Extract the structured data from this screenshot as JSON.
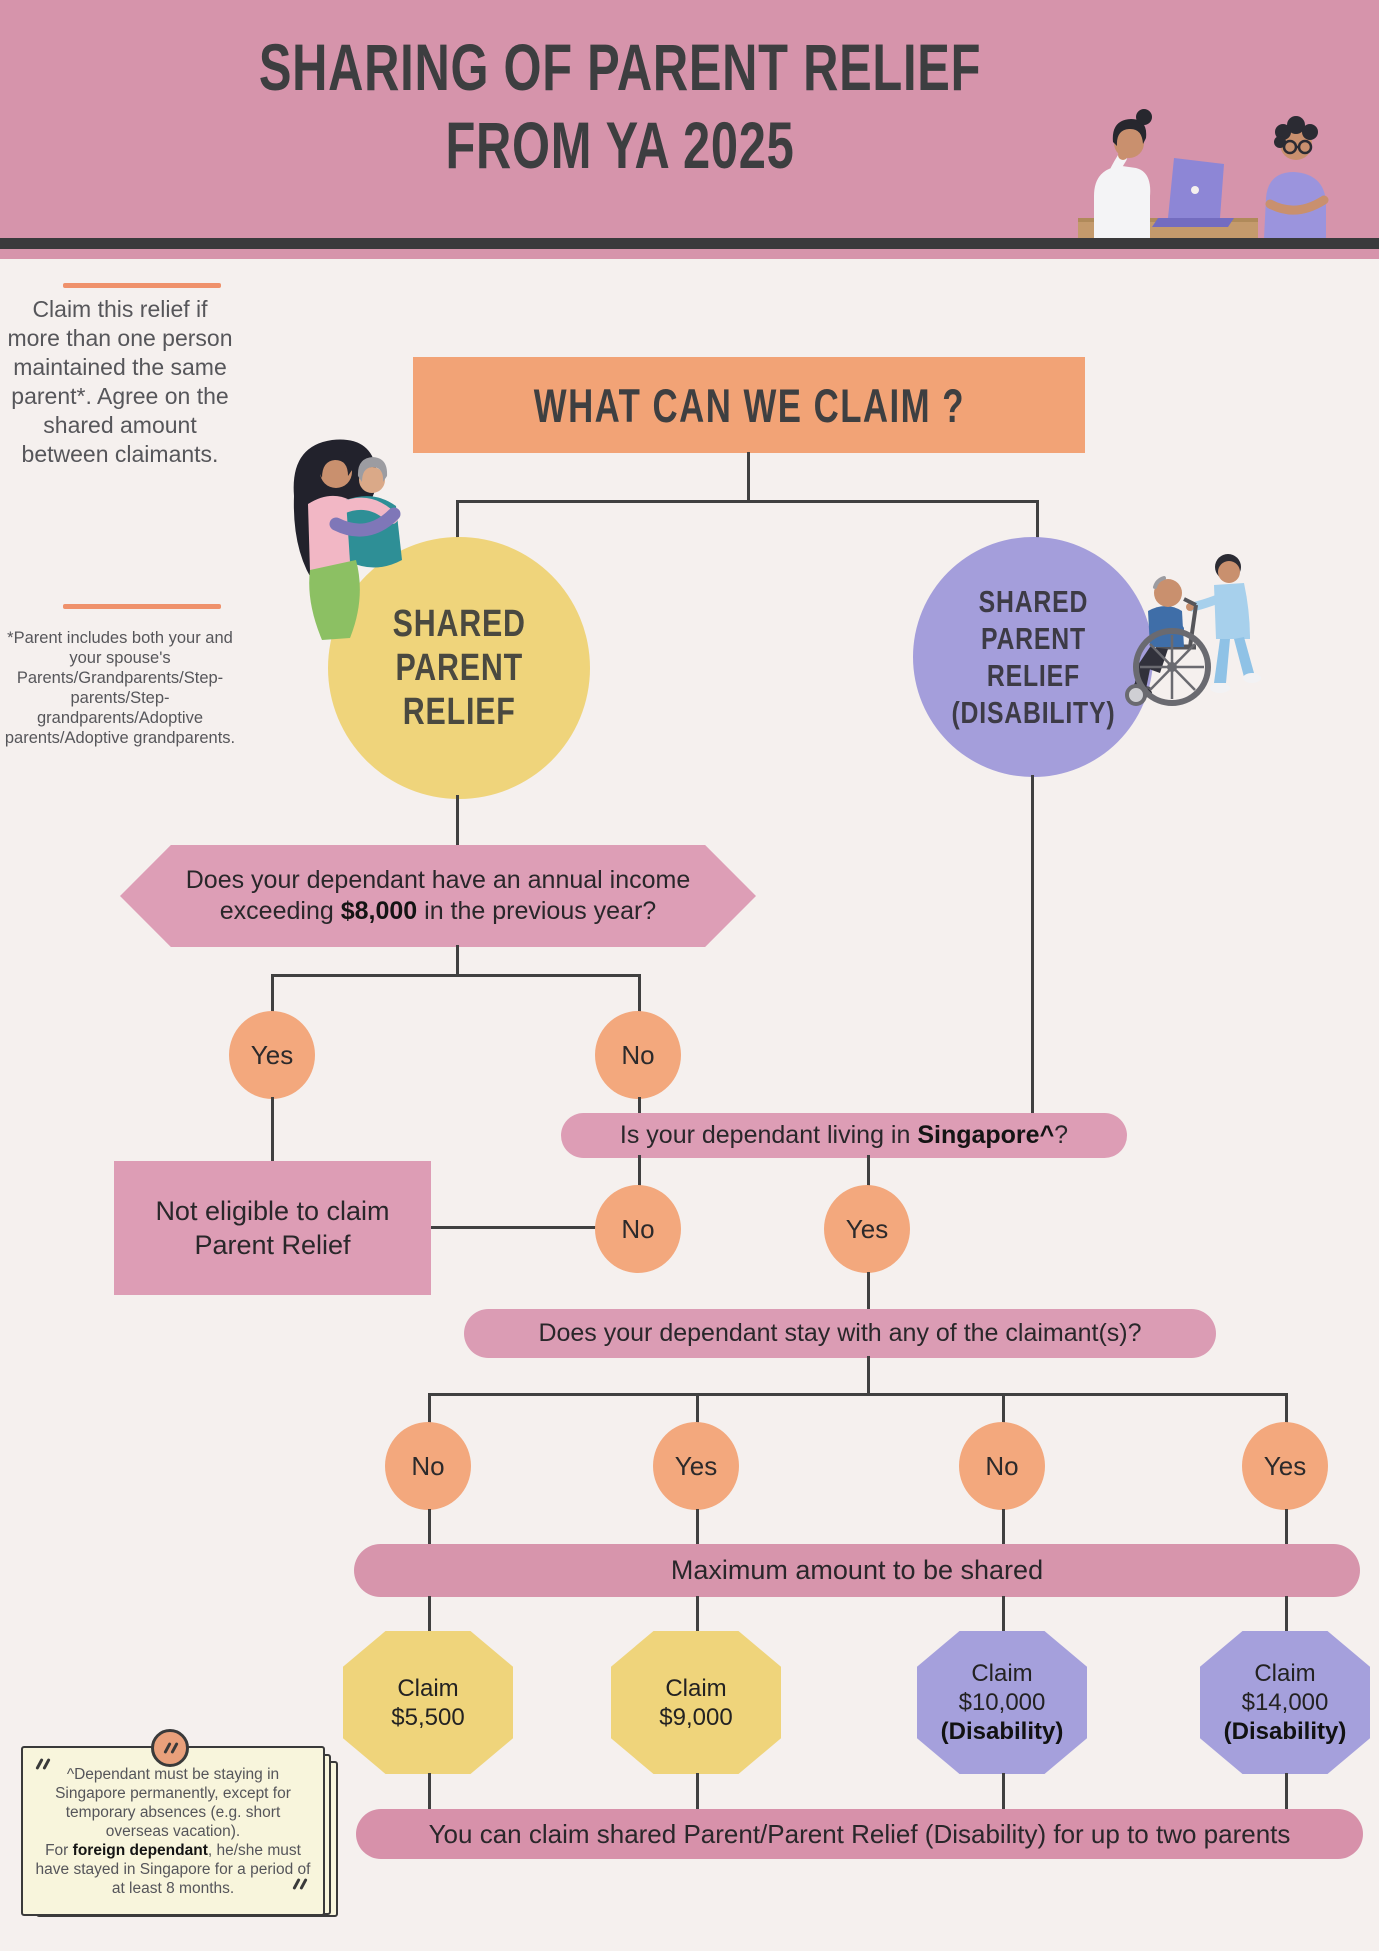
{
  "header": {
    "title_line1": "SHARING OF PARENT RELIEF",
    "title_line2": "FROM YA 2025"
  },
  "sidebar": {
    "intro": "Claim this relief if more than one person maintained the same parent*. Agree on the shared amount between claimants.",
    "footnote": "*Parent includes both your and your spouse's Parents/Grandparents/Step-parents/Step-grandparents/Adoptive parents/Adoptive grandparents."
  },
  "flow": {
    "main_question": "WHAT CAN WE CLAIM ?",
    "left_circle": {
      "l1": "SHARED",
      "l2": "PARENT",
      "l3": "RELIEF"
    },
    "right_circle": {
      "l1": "SHARED",
      "l2": "PARENT",
      "l3": "RELIEF",
      "l4": "(DISABILITY)"
    },
    "income_q": {
      "pre": "Does your dependant have an annual income exceeding ",
      "bold": "$8,000",
      "post": " in the previous year?"
    },
    "income_yes": "Yes",
    "income_no": "No",
    "singapore_q": {
      "pre": "Is your dependant living in ",
      "bold": "Singapore^",
      "post": "?"
    },
    "not_eligible": {
      "l1": "Not eligible to claim",
      "l2": "Parent Relief"
    },
    "singapore_no": "No",
    "singapore_yes": "Yes",
    "stay_q": "Does your dependant stay with any of the claimant(s)?",
    "branch_answers": [
      "No",
      "Yes",
      "No",
      "Yes"
    ],
    "max_label": "Maximum amount to be shared",
    "results": [
      {
        "l1": "Claim",
        "l2": "$5,500",
        "l3": ""
      },
      {
        "l1": "Claim",
        "l2": "$9,000",
        "l3": ""
      },
      {
        "l1": "Claim",
        "l2": "$10,000",
        "l3": "(Disability)"
      },
      {
        "l1": "Claim",
        "l2": "$14,000",
        "l3": "(Disability)"
      }
    ],
    "footer": "You can claim shared Parent/Parent Relief (Disability) for up to two parents"
  },
  "note": {
    "p1": "^Dependant must be staying in Singapore permanently, except for temporary absences (e.g. short overseas vacation).",
    "p2_pre": "For ",
    "p2_bold": "foreign dependant",
    "p2_post": ", he/she must have stayed in Singapore for a period of at least 8 months."
  },
  "colors": {
    "header_pink": "#d694ab",
    "banner_orange": "#f2a376",
    "accent_orange": "#ef916b",
    "relief_yellow": "#efd47b",
    "disability_purple": "#a49edb",
    "question_pink": "#dd9db5",
    "bar_pink": "#d795ac",
    "node_orange": "#f3a87d",
    "connector_gray": "#404040",
    "note_cream": "#f8f5dc"
  }
}
